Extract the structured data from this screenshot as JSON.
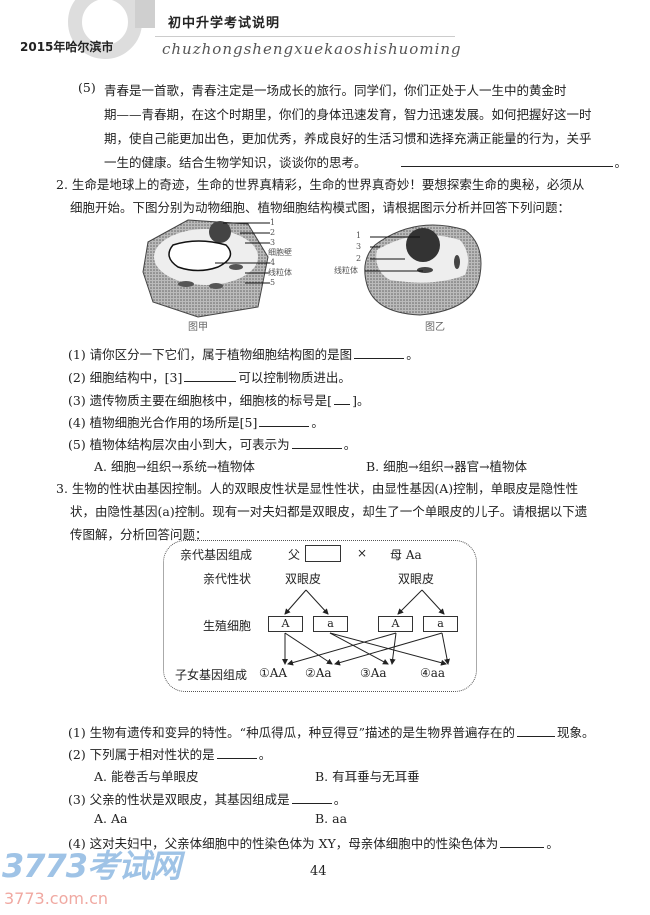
{
  "header": {
    "title": "初中升学考试说明",
    "city": "2015年哈尔滨市",
    "pinyin": "chuzhongshengxuekaoshishuoming"
  },
  "q1_5": {
    "num": "(5)",
    "lines": [
      "青春是一首歌，青春注定是一场成长的旅行。同学们，你们正处于人一生中的黄金时",
      "期——青春期，在这个时期里，你们的身体迅速发育，智力迅速发展。如何把握好这一时",
      "期，使自己能更加出色，更加优秀，养成良好的生活习惯和选择充满正能量的行为，关乎",
      "一生的健康。结合生物学知识，谈谈你的思考。"
    ],
    "end": "。"
  },
  "q2": {
    "lines": [
      "2. 生命是地球上的奇迹，生命的世界真精彩，生命的世界真奇妙！要想探索生命的奥秘，必须从",
      "细胞开始。下图分别为动物细胞、植物细胞结构模式图，请根据图示分析并回答下列问题："
    ],
    "fig_a": {
      "caption": "图甲",
      "labels": [
        "1",
        "2",
        "3",
        "细胞壁",
        "4",
        "线粒体",
        "5"
      ]
    },
    "fig_b": {
      "caption": "图乙",
      "labels": [
        "1",
        "3",
        "2",
        "线粒体"
      ]
    },
    "subs": [
      {
        "pre": "(1) 请你区分一下它们，属于植物细胞结构图的是图",
        "post": "。"
      },
      {
        "pre": "(2) 细胞结构中，[3]",
        "post": "可以控制物质进出。"
      },
      {
        "pre": "(3) 遗传物质主要在细胞核中，细胞核的标号是[",
        "post": "]。"
      },
      {
        "pre": "(4) 植物细胞光合作用的场所是[5]",
        "post": "。"
      },
      {
        "pre": "(5) 植物体结构层次由小到大，可表示为",
        "post": "。"
      }
    ],
    "options": {
      "a": "A. 细胞→组织→系统→植物体",
      "b": "B. 细胞→组织→器官→植物体"
    }
  },
  "q3": {
    "lines": [
      "3. 生物的性状由基因控制。人的双眼皮性状是显性性状，由显性基因(A)控制，单眼皮是隐性性",
      "状，由隐性基因(a)控制。现有一对夫妇都是双眼皮，却生了一个单眼皮的儿子。请根据以下遗",
      "传图解，分析回答问题："
    ],
    "diagram": {
      "parent_genotype_label": "亲代基因组成",
      "father": "父",
      "cross": "×",
      "mother": "母 Aa",
      "parent_trait_label": "亲代性状",
      "father_trait": "双眼皮",
      "mother_trait": "双眼皮",
      "gamete_label": "生殖细胞",
      "gametes": [
        "A",
        "a",
        "A",
        "a"
      ],
      "offspring_label": "子女基因组成",
      "offspring": [
        "①AA",
        "②Aa",
        "③Aa",
        "④aa"
      ]
    },
    "subs": [
      {
        "pre": "(1) 生物有遗传和变异的特性。“种瓜得瓜，种豆得豆”描述的是生物界普遍存在的",
        "post": "现象。"
      },
      {
        "pre": "(2) 下列属于相对性状的是",
        "post": "。"
      },
      {
        "pre": "(3) 父亲的性状是双眼皮，其基因组成是",
        "post": "。"
      },
      {
        "pre": "(4) 这对夫妇中，父亲体细胞中的性染色体为 XY，母亲体细胞中的性染色体为",
        "post": "。"
      }
    ],
    "opts2": {
      "a": "A. 能卷舌与单眼皮",
      "b": "B. 有耳垂与无耳垂"
    },
    "opts3": {
      "a": "A. Aa",
      "b": "B. aa"
    }
  },
  "page_number": "44",
  "watermark": {
    "brand": "3773考试网",
    "url": "3773.com.cn"
  }
}
